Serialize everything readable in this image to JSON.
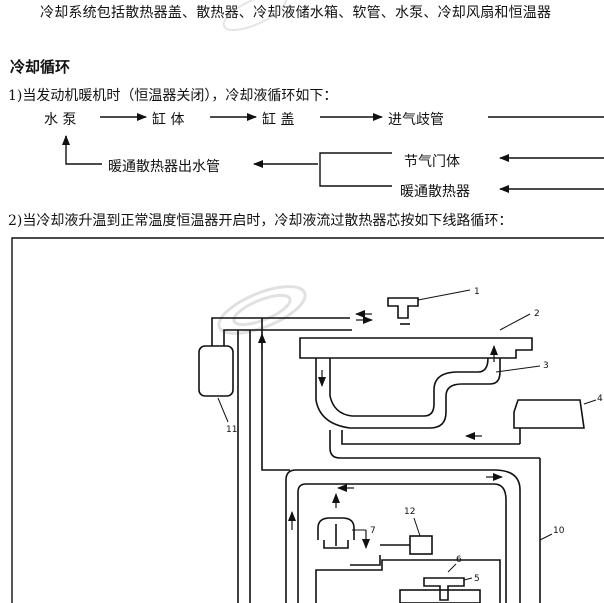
{
  "intro": "冷却系统包括散热器盖、散热器、冷却液储水箱、软管、水泵、冷却风扇和恒温器",
  "section_title": "冷却循环",
  "step1": "1)当发动机暖机时（恒温器关闭），冷却液循环如下：",
  "flow": {
    "pump": "水 泵",
    "cylinder_block": "缸 体",
    "cylinder_head": "缸 盖",
    "intake_manifold": "进气歧管",
    "heater_outlet": "暖通散热器出水管",
    "throttle_body": "节气门体",
    "heater_core": "暖通散热器"
  },
  "step2": "2)当冷却液升温到正常温度恒温器开启时，冷却液流过散热器芯按如下线路循环：",
  "diagram": {
    "callouts": [
      "1",
      "2",
      "3",
      "4",
      "5",
      "6",
      "7",
      "10",
      "11",
      "12"
    ]
  }
}
